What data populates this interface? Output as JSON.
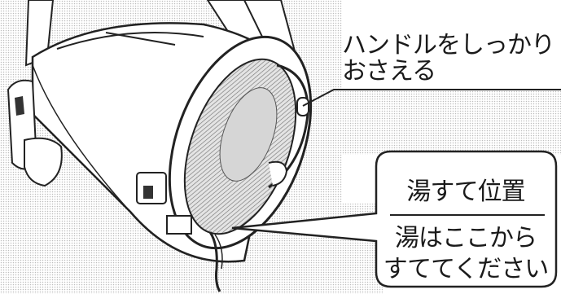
{
  "handle_instruction": {
    "line1": "ハンドルをしっかり",
    "line2": "おさえる"
  },
  "pour_callout": {
    "title": "湯すて位置",
    "line1": "湯はここから",
    "line2": "すててください"
  },
  "colors": {
    "ink": "#1a1a1a",
    "dot_shade": "#bdbdbd",
    "interior_shade": "#9a9a9a"
  },
  "icons": {
    "illustration": "kettle-pouring-illustration",
    "hand": "hand-icon",
    "water_stream": "water-stream-icon"
  }
}
